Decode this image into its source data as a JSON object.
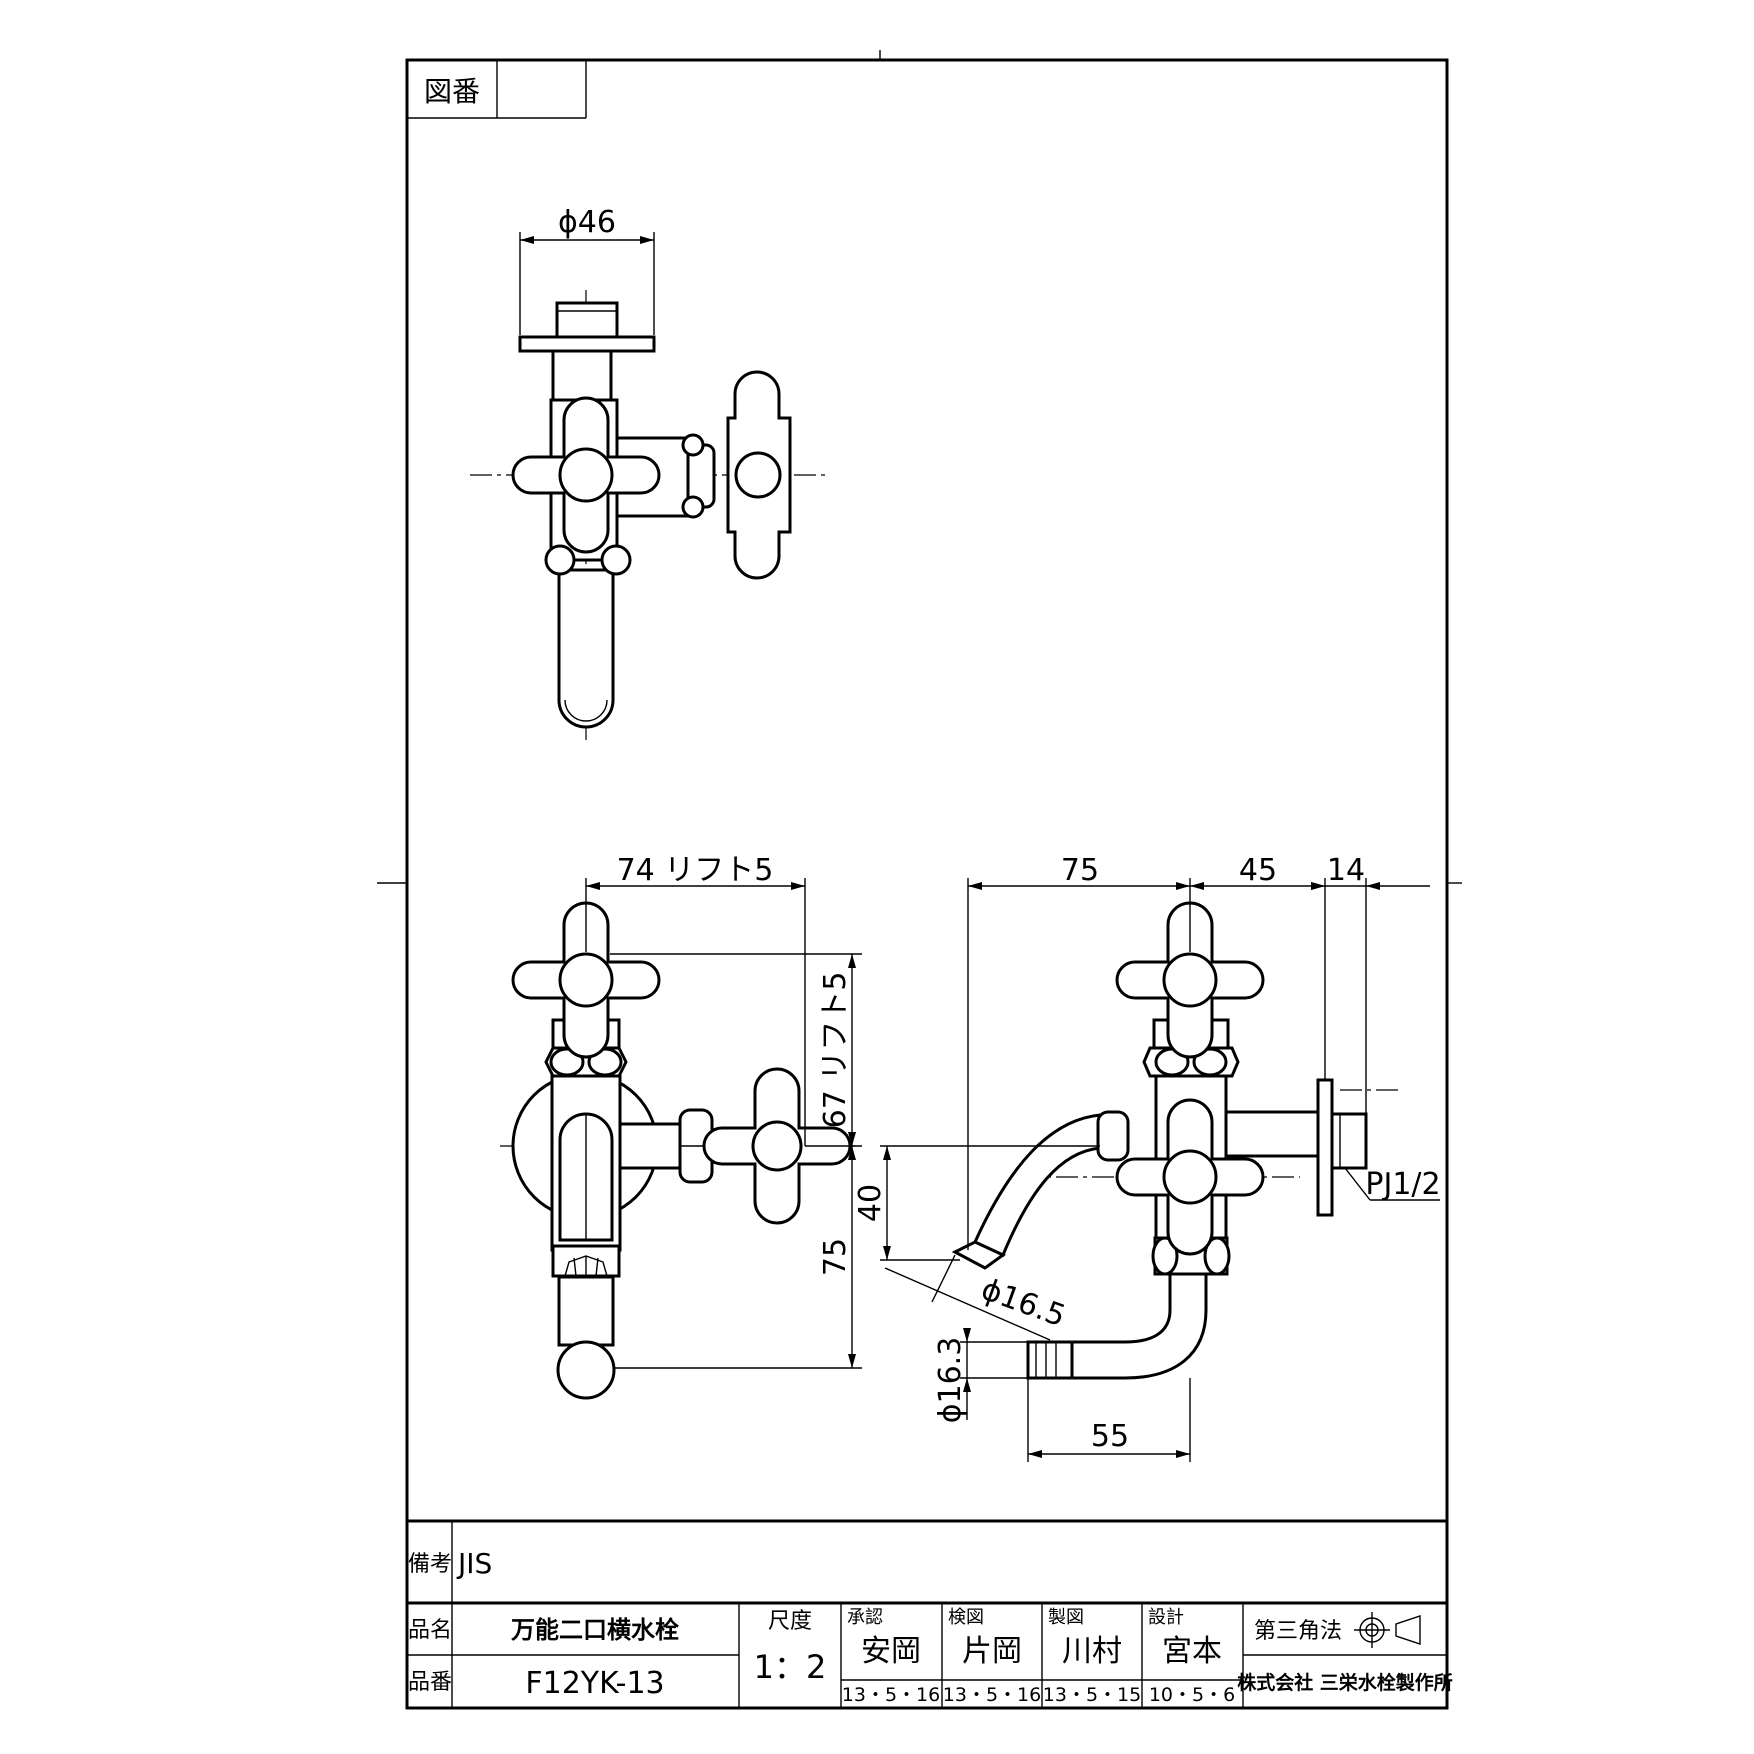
{
  "header": {
    "zuban_label": "図番",
    "zuban_value": ""
  },
  "dimensions": {
    "top_phi": "ϕ46",
    "front_width": "74 リフト5",
    "front_height": "67 リフト5",
    "front_lower": "75",
    "side_75": "75",
    "side_45": "45",
    "side_14": "14",
    "side_40": "40",
    "side_phi165": "ϕ16.5",
    "side_phi163": "ϕ16.3",
    "side_55": "55",
    "pipe_thread": "PJ1/2"
  },
  "title_block": {
    "remarks_label": "備考",
    "remarks_value": "JIS",
    "product_name_label": "品名",
    "product_name": "万能二口横水栓",
    "product_number_label": "品番",
    "product_number": "F12YK-13",
    "scale_label": "尺度",
    "scale_value": "1：2",
    "approval": {
      "label": "承認",
      "name": "安岡",
      "date": "13・5・16"
    },
    "inspection": {
      "label": "検図",
      "name": "片岡",
      "date": "13・5・16"
    },
    "drafting": {
      "label": "製図",
      "name": "川村",
      "date": "13・5・15"
    },
    "design": {
      "label": "設計",
      "name": "宮本",
      "date": "10・5・6"
    },
    "projection": "第三角法",
    "company": "株式会社 三栄水栓製作所"
  }
}
